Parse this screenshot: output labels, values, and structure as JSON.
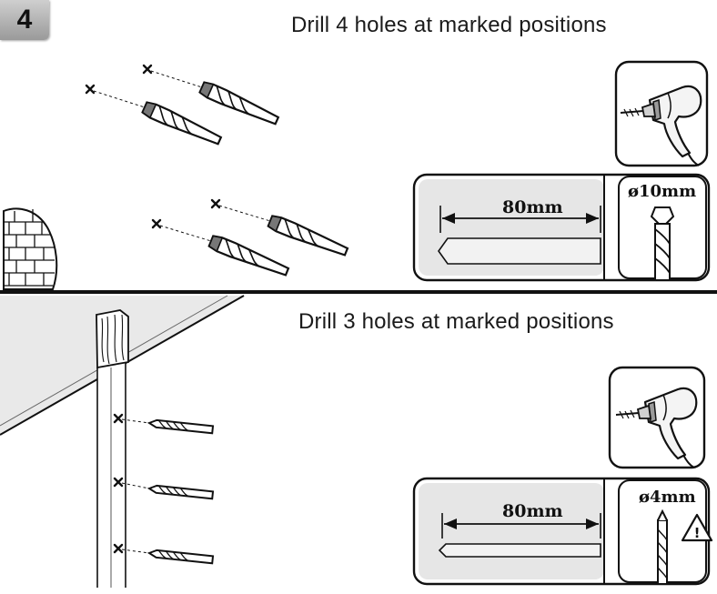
{
  "step": {
    "number": "4"
  },
  "section_top": {
    "title": "Drill 4 holes at marked positions",
    "depth_label": "80mm",
    "diameter_label": "ø10mm",
    "wall_type": "brick"
  },
  "section_bottom": {
    "title": "Drill 3 holes at marked positions",
    "depth_label": "80mm",
    "diameter_label": "ø4mm",
    "wall_type": "wood-stud",
    "warning": "!"
  },
  "marks": {
    "symbol": "x"
  },
  "icons": [
    "drill-icon",
    "drill-bit-icon",
    "warning-icon",
    "brick-wall-icon",
    "wood-stud-icon"
  ],
  "colors": {
    "ink": "#111111",
    "panel_fill": "#e6e6e6",
    "ceiling_fill": "#e9e9e9",
    "badge_fill": "#b5b5b5"
  }
}
